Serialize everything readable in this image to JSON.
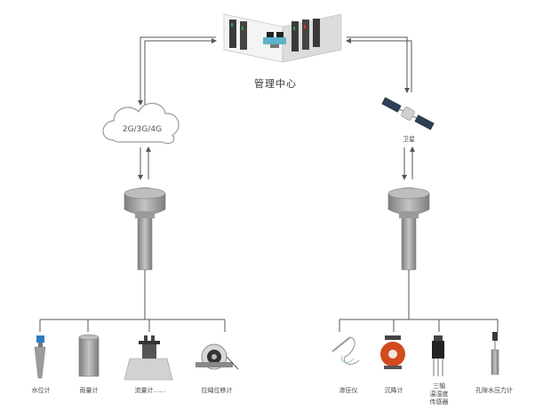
{
  "center": {
    "label": "管理中心"
  },
  "left_link": {
    "label": "2G/3G/4G"
  },
  "right_link": {
    "label": "卫星"
  },
  "left_devices": [
    {
      "label": "水位计",
      "icon": "water-level-gauge-icon"
    },
    {
      "label": "雨量计",
      "icon": "rain-gauge-icon"
    },
    {
      "label": "流量计……",
      "icon": "flow-meter-icon"
    },
    {
      "label": "拉绳位移计",
      "icon": "draw-wire-displacement-icon"
    }
  ],
  "right_devices": [
    {
      "label": "渗压仪",
      "icon": "piezometer-icon"
    },
    {
      "label": "沉降计",
      "icon": "settlement-gauge-icon"
    },
    {
      "label": "三轴\n温湿度\n传感器",
      "icon": "temp-humidity-sensor-icon"
    },
    {
      "label": "孔隙水压力计",
      "icon": "pore-pressure-gauge-icon"
    }
  ],
  "colors": {
    "line": "#555555",
    "cloud_stroke": "#9a9a9a",
    "antenna": "#9c9c9c"
  }
}
